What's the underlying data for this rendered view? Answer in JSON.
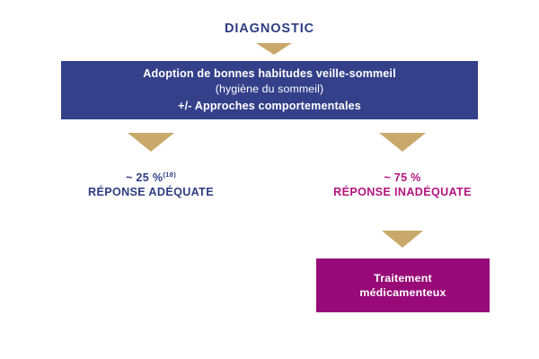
{
  "diagram": {
    "title": "DIAGNOSTIC",
    "colors": {
      "navy": "#2e3c82",
      "navy_box": "#34408a",
      "magenta": "#b3157f",
      "magenta_box": "#970a78",
      "gold_arrow": "#c9a96b",
      "background": "#ffffff",
      "box_text": "#ffffff"
    },
    "intervention_box": {
      "line1": "Adoption de bonnes habitudes veille-sommeil",
      "line2": "(hygiène du sommeil)",
      "line3": "+/- Approches comportementales"
    },
    "branches": [
      {
        "percent": "~ 25 %",
        "reference": "(18)",
        "label": "RÉPONSE ADÉQUATE",
        "color": "#2e3c82"
      },
      {
        "percent": "~ 75 %",
        "reference": "",
        "label": "RÉPONSE INADÉQUATE",
        "color": "#b3157f"
      }
    ],
    "outcome_box": {
      "line1": "Traitement",
      "line2": "médicamenteux"
    }
  }
}
